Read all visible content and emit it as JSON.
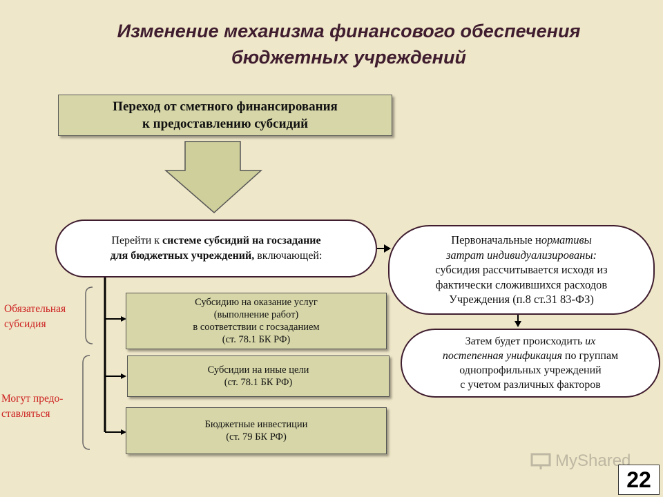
{
  "title": {
    "line1": "Изменение механизма финансового обеспечения",
    "line2": "бюджетных учреждений"
  },
  "transition": {
    "line1": "Переход от сметного финансирования",
    "line2": "к предоставлению субсидий"
  },
  "main_pill": {
    "l1_a": "Перейти к ",
    "l1_b": "системе субсидий на госзадание",
    "l2_a": "для бюджетных учреждений,",
    "l2_b": " включающей:"
  },
  "subsidies": [
    {
      "lines": [
        "Субсидию на оказание услуг",
        "(выполнение работ)",
        "в соответствии с госзаданием",
        "(ст. 78.1 БК РФ)"
      ]
    },
    {
      "lines": [
        "Субсидии на иные цели",
        "(ст. 78.1 БК РФ)"
      ]
    },
    {
      "lines": [
        "Бюджетные инвестиции",
        "(ст. 79 БК РФ)"
      ]
    }
  ],
  "labels": {
    "mandatory": [
      "Обязательная",
      "субсидия"
    ],
    "optional": [
      "Могут предо-",
      "ставляться"
    ]
  },
  "norm_pill": {
    "l1_a": "Первоначальные н",
    "l1_b": "ормативы",
    "l2": "затрат индивидуализированы:",
    "l3": "субсидия рассчитывается исходя из",
    "l4": "фактически сложившихся расходов",
    "l5": "Учреждения (п.8 ст.31 83-ФЗ)"
  },
  "later_pill": {
    "l1_a": "Затем будет происходить ",
    "l1_b": "их",
    "l2_a": "постепенная унификация",
    "l2_b": " по группам",
    "l3": "однопрофильных учреждений",
    "l4": "с учетом различных факторов"
  },
  "watermark": "MyShared",
  "page_number": "22",
  "colors": {
    "background": "#efe7c9",
    "box_fill": "#d6d6a8",
    "title": "#3f1d2f",
    "label_red": "#cc2020"
  }
}
